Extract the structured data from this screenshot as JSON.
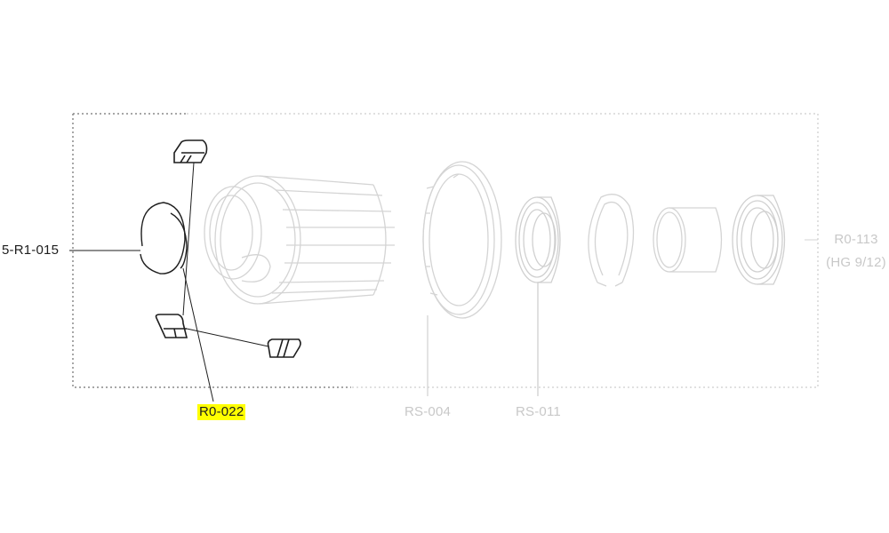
{
  "diagram": {
    "type": "exploded-parts-view",
    "subject": "freehub body assembly",
    "colors": {
      "active_line": "#1e1e1e",
      "faded_line": "#d0d0d0",
      "highlight": "#ffff00",
      "faded_text": "#c8c8c8"
    },
    "labels": {
      "left_part": "5-R1-015",
      "highlighted_part": "R0-022",
      "lockring": "RS-004",
      "bearing": "RS-011",
      "freehub_line1": "R0-113",
      "freehub_line2": "(HG 9/12)"
    },
    "components": [
      {
        "id": "pawl-spring",
        "label": "5-R1-015",
        "state": "active"
      },
      {
        "id": "pawls",
        "label": "R0-022",
        "state": "highlighted"
      },
      {
        "id": "freehub-body",
        "label": "R0-113 (HG 9/12)",
        "state": "faded"
      },
      {
        "id": "seal-ring",
        "label": "RS-004",
        "state": "faded"
      },
      {
        "id": "bearing-outer",
        "label": "RS-011",
        "state": "faded"
      },
      {
        "id": "circlip",
        "label": "",
        "state": "faded"
      },
      {
        "id": "spacer-tube",
        "label": "",
        "state": "faded"
      },
      {
        "id": "bearing-inner",
        "label": "",
        "state": "faded"
      }
    ]
  }
}
